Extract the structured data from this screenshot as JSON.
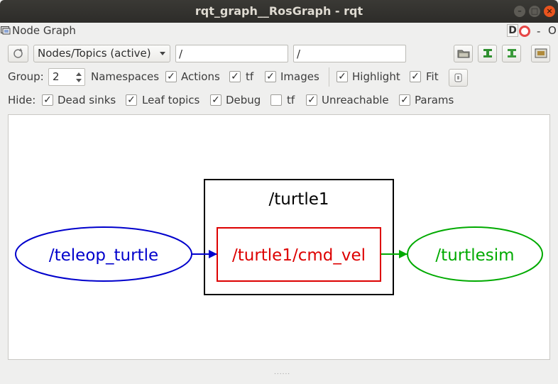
{
  "window": {
    "title": "rqt_graph__RosGraph - rqt"
  },
  "plugin": {
    "title": "Node Graph",
    "header_d": "D",
    "header_dash": "-",
    "header_o": "O"
  },
  "toolbar": {
    "graph_mode": "Nodes/Topics (active)",
    "filter_nodes": "/",
    "filter_topics": "/"
  },
  "options": {
    "group_label": "Group:",
    "group_value": "2",
    "namespaces_label": "Namespaces",
    "namespaces_checked": true,
    "actions_label": "Actions",
    "actions_checked": true,
    "tf_label": "tf",
    "tf_checked": true,
    "images_label": "Images",
    "images_checked": true,
    "highlight_label": "Highlight",
    "highlight_checked": true,
    "fit_label": "Fit",
    "fit_checked": true
  },
  "hide": {
    "label": "Hide:",
    "dead_sinks_label": "Dead sinks",
    "dead_sinks_checked": true,
    "leaf_topics_label": "Leaf topics",
    "leaf_topics_checked": true,
    "debug_label": "Debug",
    "debug_checked": true,
    "tf_label": "tf",
    "tf_checked": false,
    "unreachable_label": "Unreachable",
    "unreachable_checked": true,
    "params_label": "Params",
    "params_checked": true
  },
  "graph": {
    "namespace_box": "/turtle1",
    "publisher_node": "/teleop_turtle",
    "topic": "/turtle1/cmd_vel",
    "subscriber_node": "/turtlesim",
    "colors": {
      "publisher": "#0000cc",
      "topic": "#dd0000",
      "subscriber": "#00aa00",
      "namespace": "#000000"
    }
  }
}
